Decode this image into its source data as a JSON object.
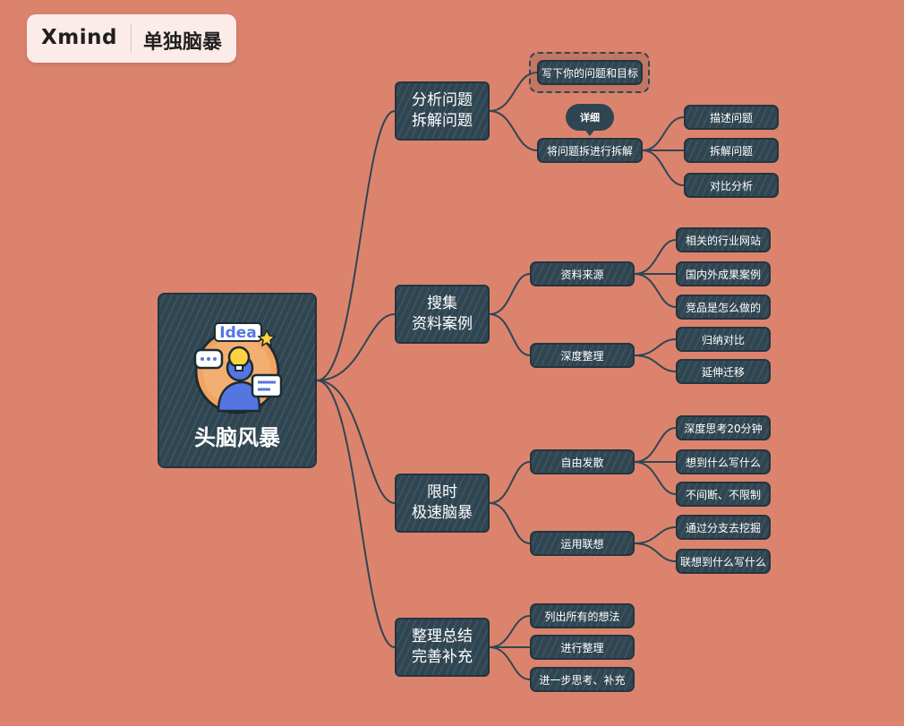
{
  "brand": {
    "logo": "Xmind",
    "title": "单独脑暴"
  },
  "colors": {
    "background": "#dc836e",
    "node": "#2f4652",
    "line": "#2f4652"
  },
  "mindmap": {
    "root": {
      "label": "头脑风暴",
      "badge": "Idea"
    },
    "branches": [
      {
        "line1": "分析问题",
        "line2": "拆解问题",
        "children": [
          {
            "label": "写下你的问题和目标",
            "children": []
          },
          {
            "label": "将问题拆进行拆解",
            "callout": "详细",
            "children": [
              {
                "label": "描述问题"
              },
              {
                "label": "拆解问题"
              },
              {
                "label": "对比分析"
              }
            ]
          }
        ]
      },
      {
        "line1": "搜集",
        "line2": "资料案例",
        "children": [
          {
            "label": "资料来源",
            "children": [
              {
                "label": "相关的行业网站"
              },
              {
                "label": "国内外成果案例"
              },
              {
                "label": "竞品是怎么做的"
              }
            ]
          },
          {
            "label": "深度整理",
            "children": [
              {
                "label": "归纳对比"
              },
              {
                "label": "延伸迁移"
              }
            ]
          }
        ]
      },
      {
        "line1": "限时",
        "line2": "极速脑暴",
        "children": [
          {
            "label": "自由发散",
            "children": [
              {
                "label": "深度思考20分钟"
              },
              {
                "label": "想到什么写什么"
              },
              {
                "label": "不间断、不限制"
              }
            ]
          },
          {
            "label": "运用联想",
            "children": [
              {
                "label": "通过分支去挖掘"
              },
              {
                "label": "联想到什么写什么"
              }
            ]
          }
        ]
      },
      {
        "line1": "整理总结",
        "line2": "完善补充",
        "children": [
          {
            "label": "列出所有的想法",
            "children": []
          },
          {
            "label": "进行整理",
            "children": []
          },
          {
            "label": "进一步思考、补充",
            "children": []
          }
        ]
      }
    ]
  }
}
